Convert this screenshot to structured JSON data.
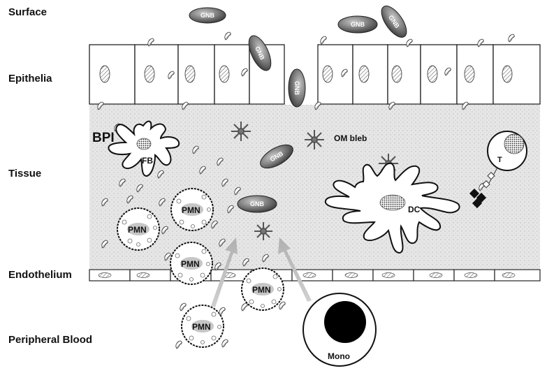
{
  "layers": {
    "surface": "Surface",
    "epithelia": "Epithelia",
    "tissue": "Tissue",
    "endothelium": "Endothelium",
    "peripheral_blood": "Peripheral Blood"
  },
  "labels": {
    "gnb": "GNB",
    "bpi": "BPI",
    "fb": "FB",
    "om_bleb": "OM bleb",
    "dc": "DC",
    "t_cell": "T",
    "pmn": "PMN",
    "mono": "Mono"
  },
  "colors": {
    "tissue_fill": "#e4e4e4",
    "bacteria_fill": "#7a7a7a",
    "nucleus_fill": "#9a9a9a",
    "arrow": "#bdbdbd",
    "outline": "#111111"
  }
}
